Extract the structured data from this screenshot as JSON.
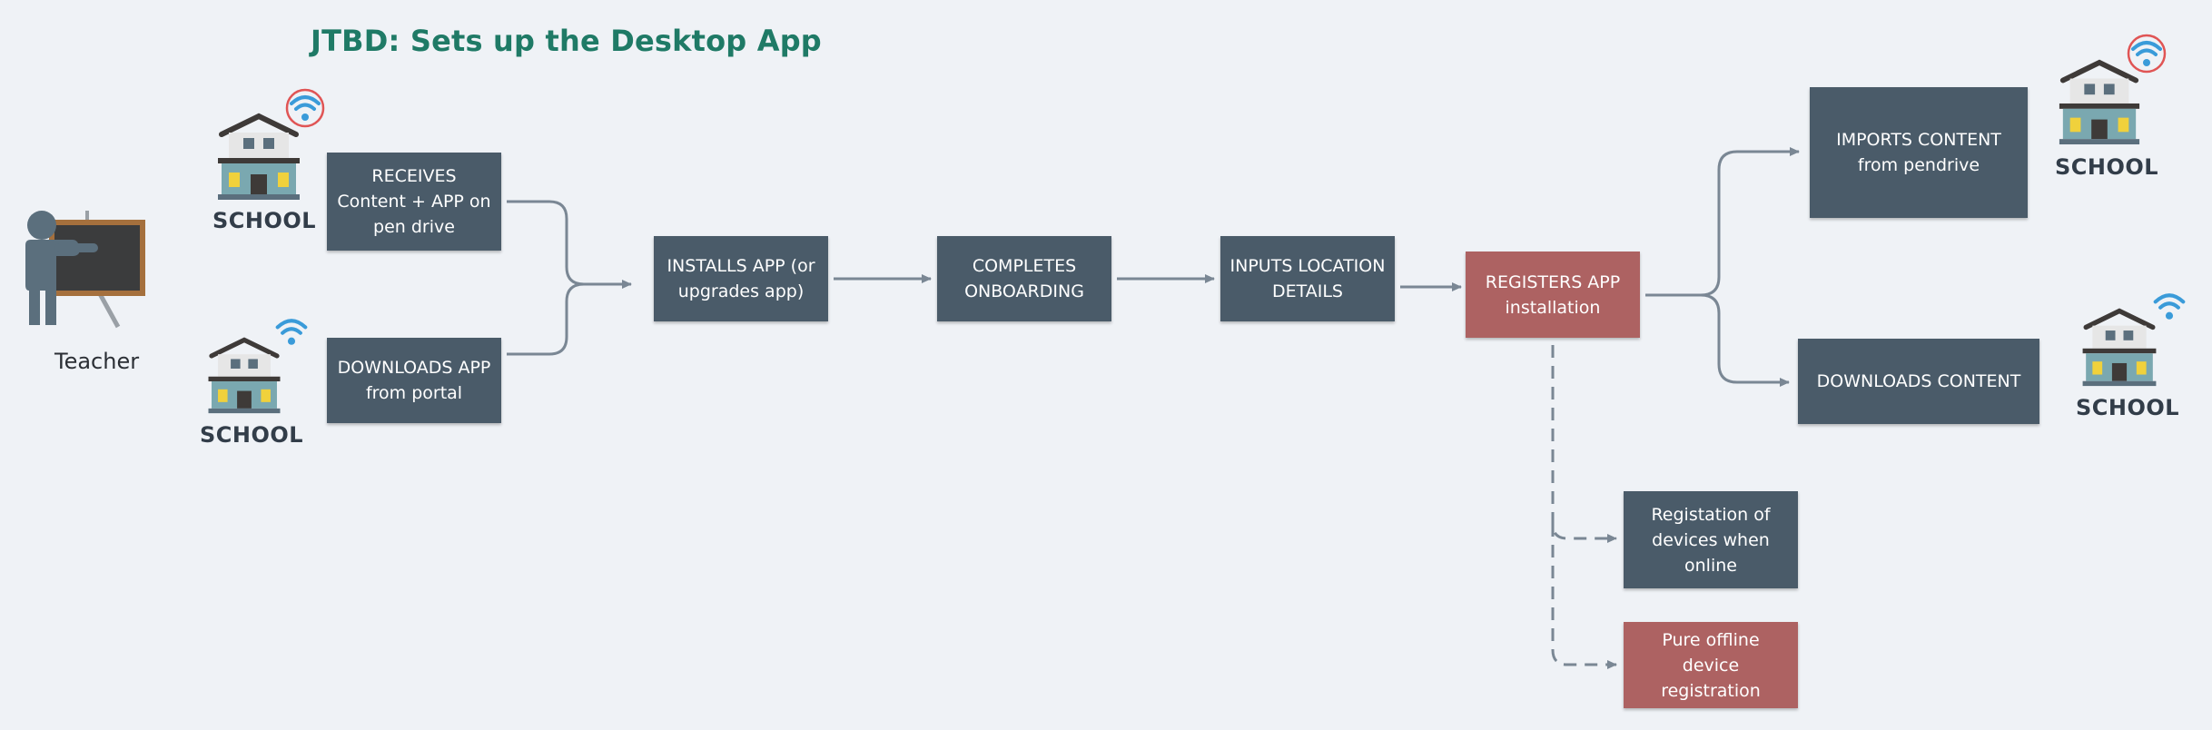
{
  "title": "JTBD: Sets up the Desktop App",
  "actor": {
    "label": "Teacher",
    "icon": "teacher-icon"
  },
  "schools": [
    {
      "label": "SCHOOL",
      "wifi": "no-wifi"
    },
    {
      "label": "SCHOOL",
      "wifi": "wifi"
    },
    {
      "label": "SCHOOL",
      "wifi": "no-wifi"
    },
    {
      "label": "SCHOOL",
      "wifi": "wifi"
    }
  ],
  "steps": {
    "receives": "RECEIVES Content + APP on pen drive",
    "downloads_app": "DOWNLOADS APP from portal",
    "installs": "INSTALLS APP (or upgrades app)",
    "onboarding": "COMPLETES ONBOARDING",
    "location": "INPUTS LOCATION DETAILS",
    "registers": "REGISTERS APP installation",
    "imports": "IMPORTS CONTENT from pendrive",
    "downloads_content": "DOWNLOADS CONTENT",
    "online_reg": "Registation of devices when online",
    "offline_reg": "Pure offline device registration"
  },
  "colors": {
    "title": "#1f7a66",
    "box_dark": "#4a5b69",
    "box_red": "#ad6262",
    "connector": "#7a8794",
    "background": "#eff2f6",
    "wifi": "#3a9bd9",
    "no_wifi_circle": "#e05555"
  }
}
